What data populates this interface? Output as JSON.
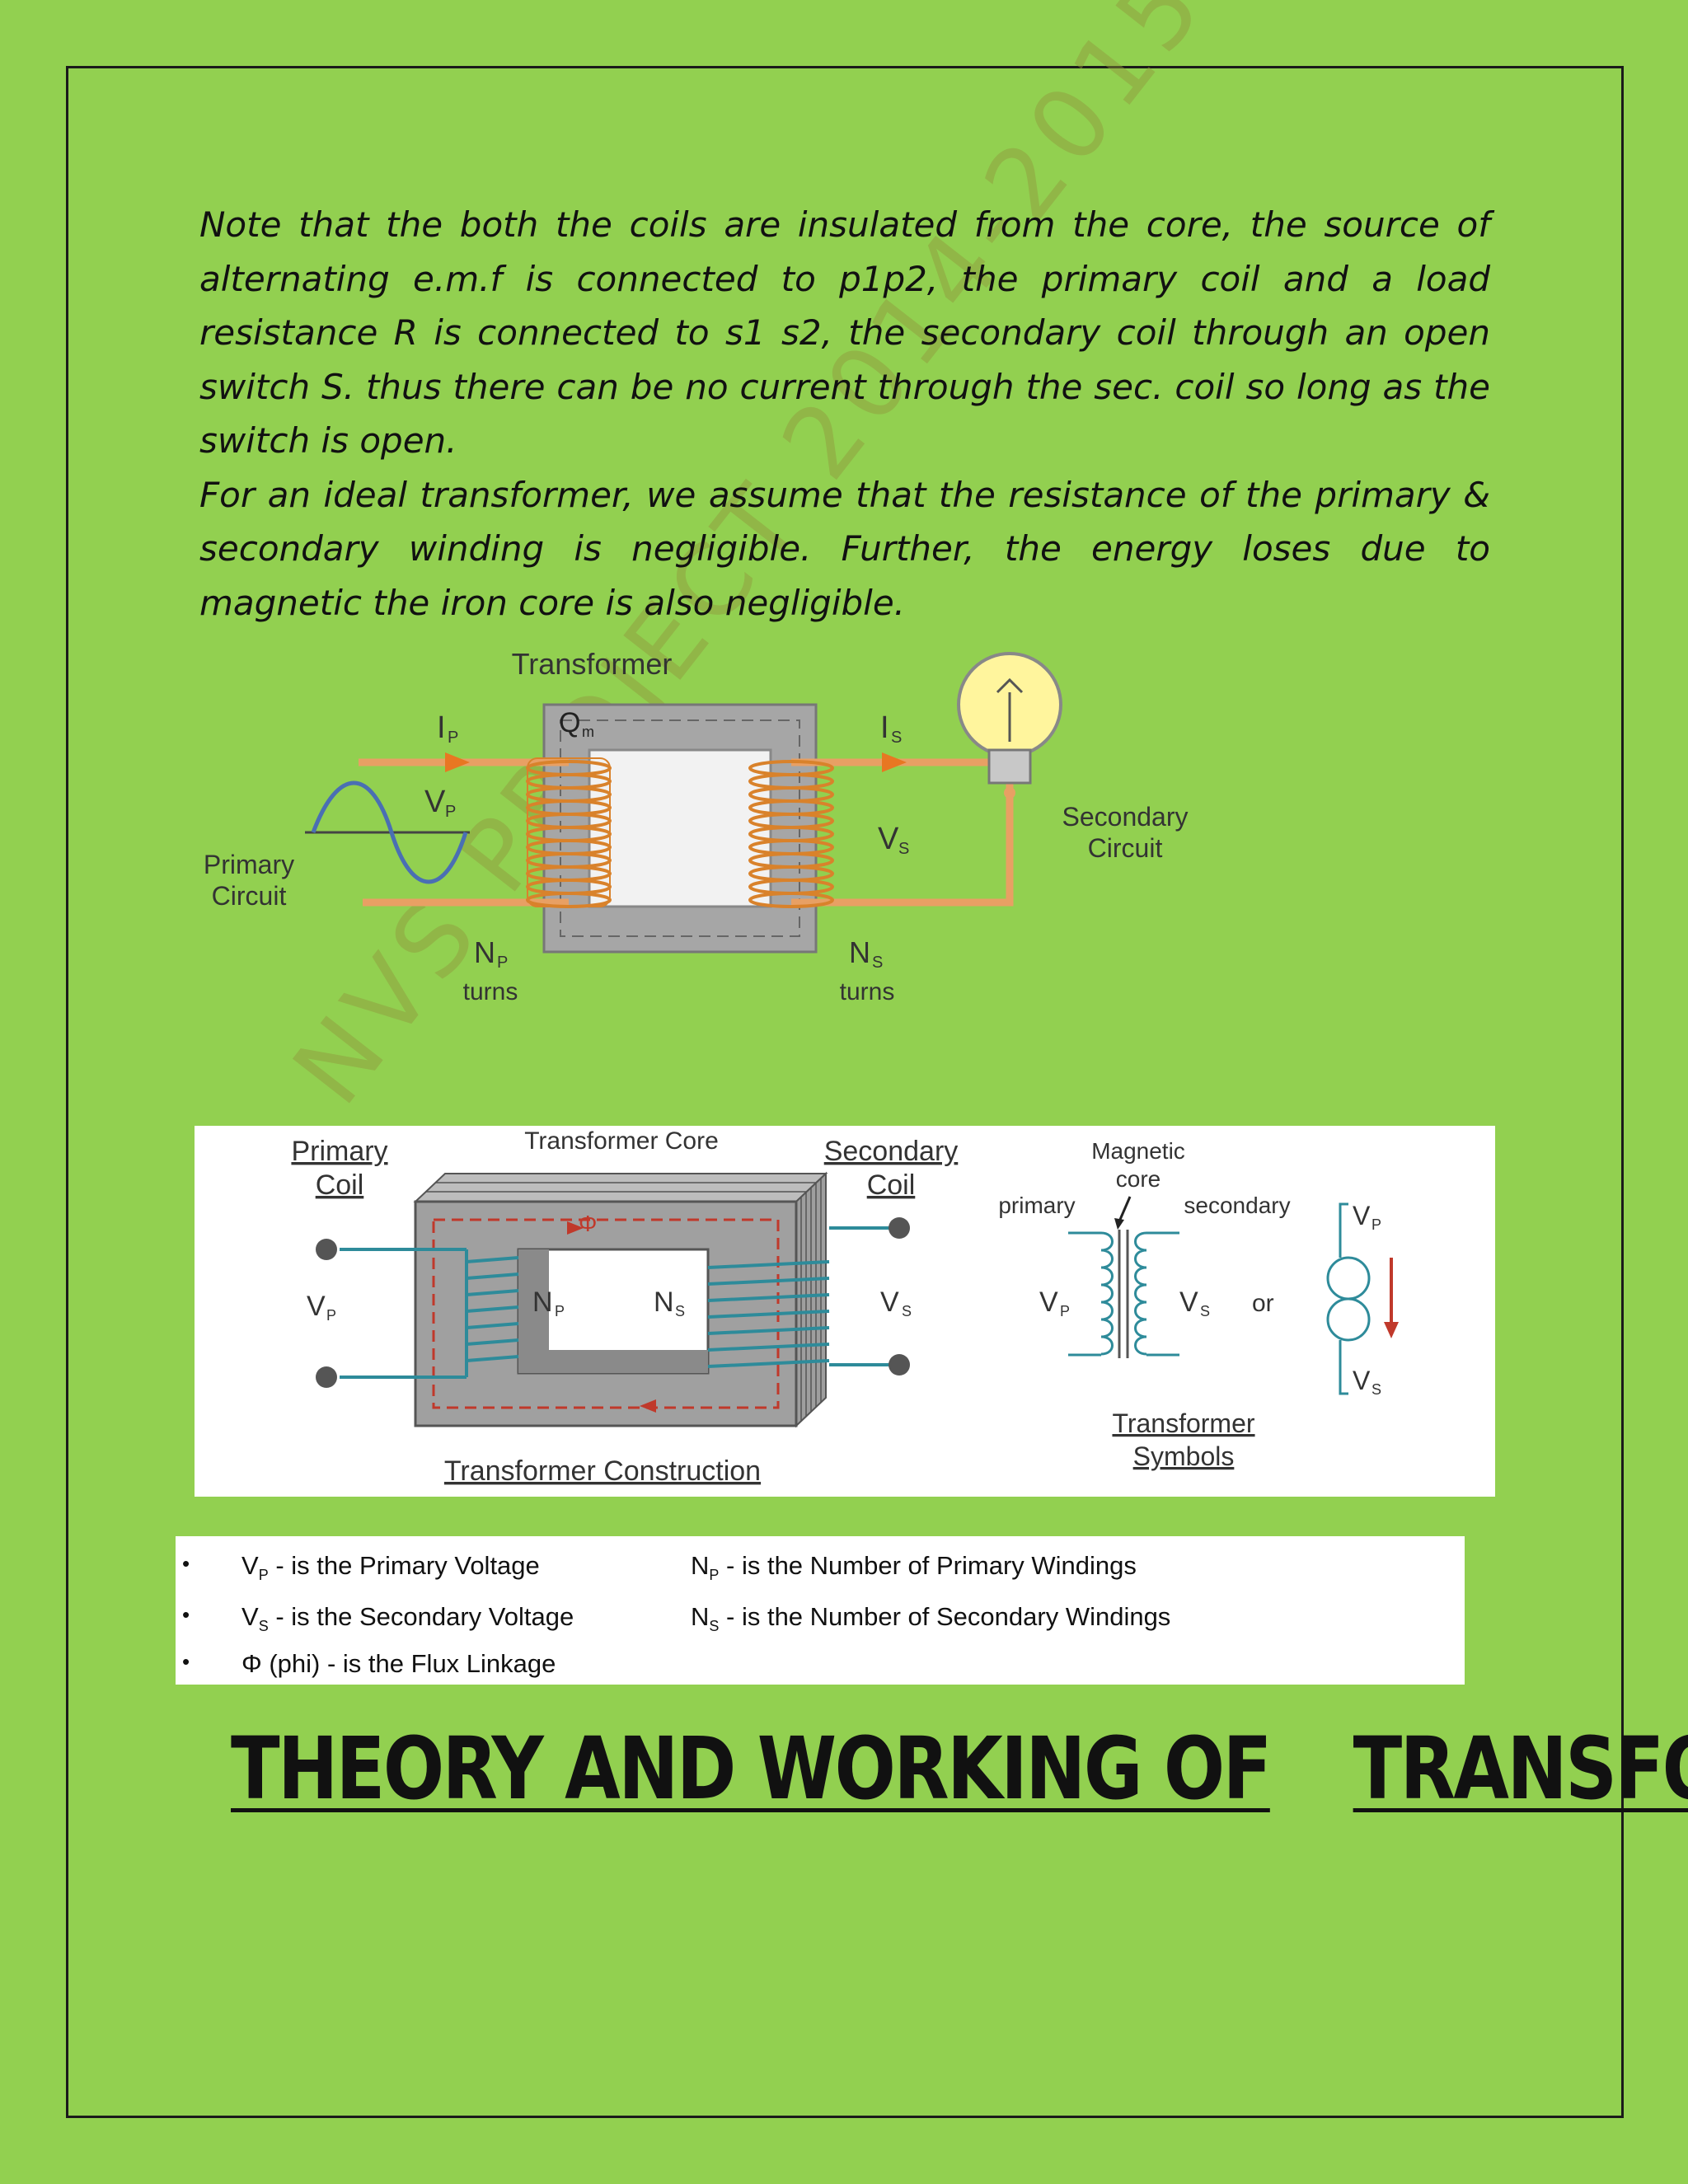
{
  "note": {
    "para1": "Note that the both the coils are insulated from the core, the source of alternating e.m.f is connected to p1p2, the primary coil and a load resistance R is connected to s1 s2, the secondary coil through an open switch S. thus there can be no current through the  sec. coil so long as the switch is open.",
    "para2": "For an ideal transformer, we assume that the resistance of the primary & secondary winding is negligible. Further, the energy loses due to magnetic the iron core is also negligible."
  },
  "watermark": "NVS PROJECT 2014-2015",
  "diagram1": {
    "title": "Transformer",
    "flux": "Q",
    "flux_sub": "m",
    "ip": "I",
    "ip_sub": "P",
    "is": "I",
    "is_sub": "S",
    "vp": "V",
    "vp_sub": "P",
    "vs": "V",
    "vs_sub": "S",
    "primary_l1": "Primary",
    "primary_l2": "Circuit",
    "secondary_l1": "Secondary",
    "secondary_l2": "Circuit",
    "np": "N",
    "np_sub": "P",
    "ns": "N",
    "ns_sub": "S",
    "turns": "turns"
  },
  "diagram2": {
    "primary_coil_l1": "Primary",
    "primary_coil_l2": "Coil",
    "core_label": "Transformer Core",
    "secondary_coil_l1": "Secondary",
    "secondary_coil_l2": "Coil",
    "phi": "Φ",
    "vp": "V",
    "vp_sub": "P",
    "np": "N",
    "np_sub": "P",
    "ns": "N",
    "ns_sub": "S",
    "vs": "V",
    "vs_sub": "S",
    "construction": "Transformer Construction",
    "magnetic_l1": "Magnetic",
    "magnetic_l2": "core",
    "primary": "primary",
    "secondary": "secondary",
    "or": "or",
    "symbols_l1": "Transformer",
    "symbols_l2": "Symbols"
  },
  "definitions": {
    "row1": {
      "a_sym": "V",
      "a_sub": "P",
      "a_text": " -  is the Primary Voltage",
      "b_sym": "N",
      "b_sub": "P",
      "b_text": " -  is the Number of Primary Windings"
    },
    "row2": {
      "a_sym": "V",
      "a_sub": "S",
      "a_text": " -  is the Secondary Voltage",
      "b_sym": "N",
      "b_sub": "S",
      "b_text": " -  is the Number of Secondary Windings"
    },
    "row3": {
      "a_text": "Φ (phi)  -  is the Flux Linkage"
    },
    "bullet": "•"
  },
  "title": {
    "part1": "THEORY AND WORKING OF",
    "part2": "TRANSFORMER"
  },
  "colors": {
    "page": "#92d050",
    "wire": "#e8a064",
    "coil": "#d9822b",
    "core": "#a6a6a6",
    "teal": "#2e8b9a",
    "red": "#c0392b"
  }
}
